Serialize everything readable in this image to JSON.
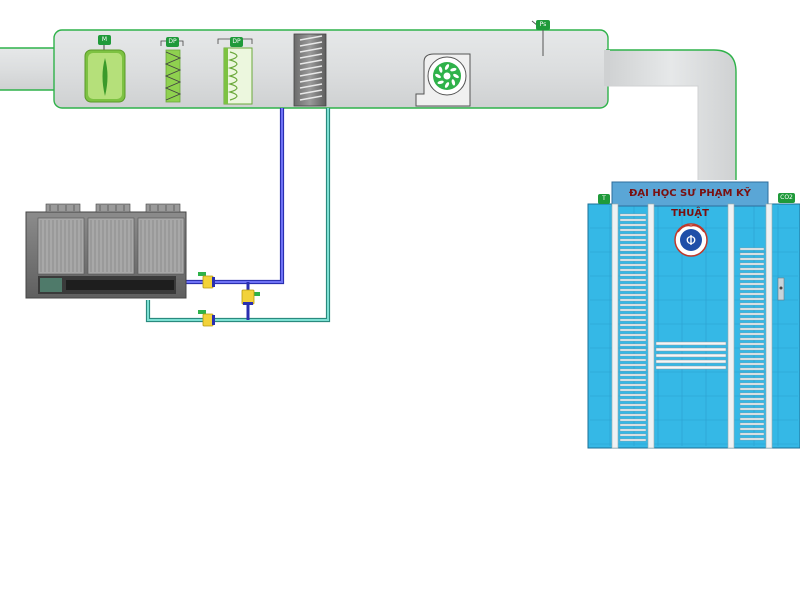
{
  "labels": {
    "motor": "M",
    "filter1": "DP",
    "filter2": "DP",
    "pressure": "Ps",
    "temperature": "T",
    "co2": "CO2",
    "building_sign": "ĐẠI HỌC SƯ PHẠM KỸ THUẬT"
  },
  "colors": {
    "duct": "#d9dbdc",
    "duct_outline": "#2fb24a",
    "supply_pipe": "#4b4fe0",
    "return_pipe": "#3fb7a8",
    "building_glass": "#35b8e6",
    "sensor_tag": "#1f9a3a",
    "valve": "#f2d23a"
  }
}
